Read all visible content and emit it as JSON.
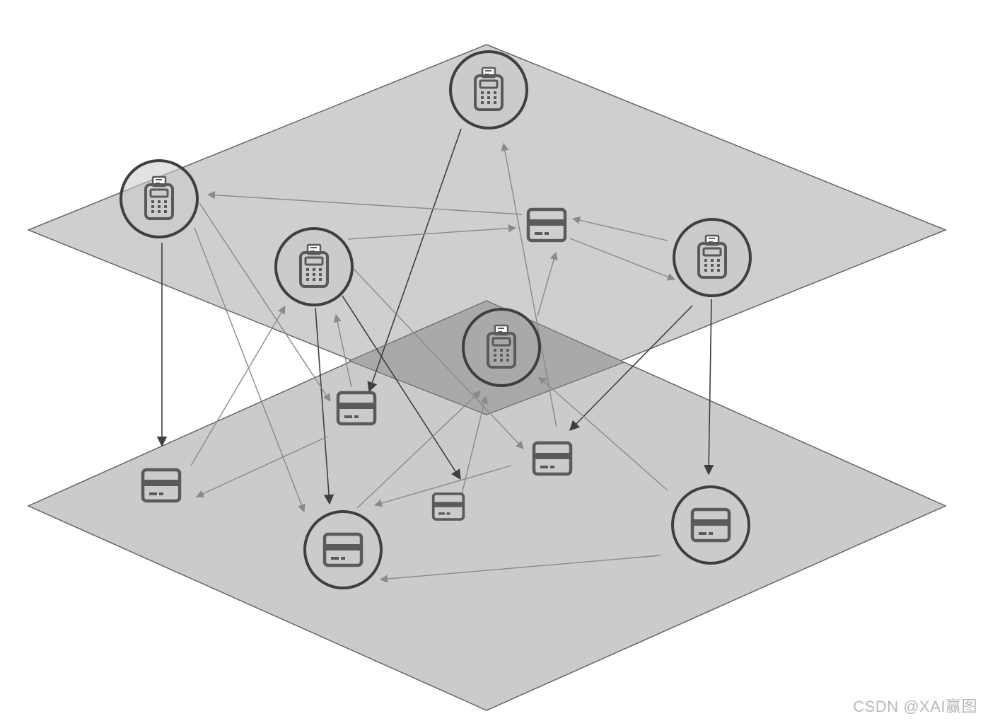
{
  "watermark": "CSDN @XAI赢图",
  "colors": {
    "plane_fill": "#cbcbcb",
    "plane_stroke": "#666666",
    "overlap_fill": "#a9a9a9",
    "strong_edge": "#3f3f3f",
    "weak_edge": "#8a8a8a",
    "icon": "#5a5a5a"
  },
  "layers": [
    {
      "name": "top-layer",
      "label": ""
    },
    {
      "name": "bottom-layer",
      "label": ""
    }
  ],
  "nodes": [
    {
      "id": "t1",
      "layer": "top-layer",
      "kind": "terminal",
      "icon": "pos-terminal-icon",
      "circled": true
    },
    {
      "id": "t2",
      "layer": "top-layer",
      "kind": "terminal",
      "icon": "pos-terminal-icon",
      "circled": true
    },
    {
      "id": "t3",
      "layer": "top-layer",
      "kind": "terminal",
      "icon": "pos-terminal-icon",
      "circled": true
    },
    {
      "id": "t4",
      "layer": "top-layer",
      "kind": "terminal",
      "icon": "pos-terminal-icon",
      "circled": true
    },
    {
      "id": "t5",
      "layer": "top-layer",
      "kind": "terminal",
      "icon": "pos-terminal-icon",
      "circled": true
    },
    {
      "id": "c1",
      "layer": "top-layer",
      "kind": "card",
      "icon": "credit-card-icon",
      "circled": false
    },
    {
      "id": "c2",
      "layer": "bottom-layer",
      "kind": "card",
      "icon": "credit-card-icon",
      "circled": false
    },
    {
      "id": "c3",
      "layer": "bottom-layer",
      "kind": "card",
      "icon": "credit-card-icon",
      "circled": false
    },
    {
      "id": "c4",
      "layer": "bottom-layer",
      "kind": "card",
      "icon": "credit-card-icon",
      "circled": false
    },
    {
      "id": "c5",
      "layer": "bottom-layer",
      "kind": "card",
      "icon": "credit-card-icon",
      "circled": false
    },
    {
      "id": "c6",
      "layer": "bottom-layer",
      "kind": "card",
      "icon": "credit-card-icon",
      "circled": true
    },
    {
      "id": "c7",
      "layer": "bottom-layer",
      "kind": "card",
      "icon": "credit-card-icon",
      "circled": true
    }
  ],
  "edges": [
    {
      "style": "strong"
    },
    {
      "style": "strong"
    },
    {
      "style": "strong"
    },
    {
      "style": "strong"
    },
    {
      "style": "strong"
    },
    {
      "style": "strong"
    },
    {
      "style": "weak"
    },
    {
      "style": "weak"
    },
    {
      "style": "weak"
    },
    {
      "style": "weak"
    },
    {
      "style": "weak"
    },
    {
      "style": "weak"
    },
    {
      "style": "weak"
    },
    {
      "style": "weak"
    },
    {
      "style": "weak"
    },
    {
      "style": "weak"
    },
    {
      "style": "weak"
    },
    {
      "style": "weak"
    },
    {
      "style": "weak"
    },
    {
      "style": "weak"
    },
    {
      "style": "weak"
    },
    {
      "style": "weak"
    },
    {
      "style": "weak"
    }
  ]
}
